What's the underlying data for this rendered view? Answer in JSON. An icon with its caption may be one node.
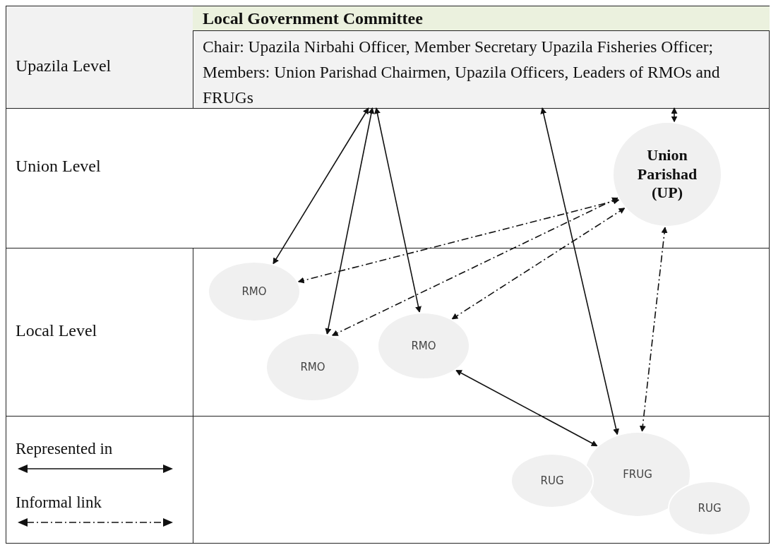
{
  "diagram": {
    "nodes": [
      {
        "text": [
          "Local Government Committee",
          "Chair: Upazila Nirbahi Officer, Member Secretary Upazila Fisheries Officer; Members: Union Parishad Chairmen, Upazila Officers, Leaders of RMOs and FRUGs"
        ]
      },
      {
        "text": [
          "Union Parishad (UP)"
        ]
      },
      {
        "text": [
          "RMO"
        ]
      },
      {
        "text": [
          "RMO"
        ]
      },
      {
        "text": [
          "RMO"
        ]
      },
      {
        "text": [
          "FRUG"
        ]
      },
      {
        "text": [
          "RUG"
        ]
      },
      {
        "text": [
          "RUG"
        ]
      }
    ],
    "edges": [
      {
        "from": 0,
        "to": 2,
        "arrow": "both"
      },
      {
        "from": 0,
        "to": 3,
        "arrow": "both"
      },
      {
        "from": 0,
        "to": 4,
        "arrow": "both"
      },
      {
        "from": 0,
        "to": 5,
        "arrow": "both"
      },
      {
        "from": 0,
        "to": 1,
        "arrow": "both"
      },
      {
        "from": 4,
        "to": 5,
        "arrow": "both"
      },
      {
        "from": 1,
        "to": 2,
        "arrow": "both",
        "style": "dashed"
      },
      {
        "from": 1,
        "to": 3,
        "arrow": "both",
        "style": "dashed"
      },
      {
        "from": 1,
        "to": 4,
        "arrow": "both",
        "style": "dashed"
      },
      {
        "from": 1,
        "to": 5,
        "arrow": "both",
        "style": "dashed"
      }
    ],
    "labels": [
      "Upazila Level",
      "Union Level",
      "Local Level"
    ],
    "legend": [
      {
        "text": "Represented in"
      },
      {
        "text": "Informal link"
      }
    ]
  }
}
